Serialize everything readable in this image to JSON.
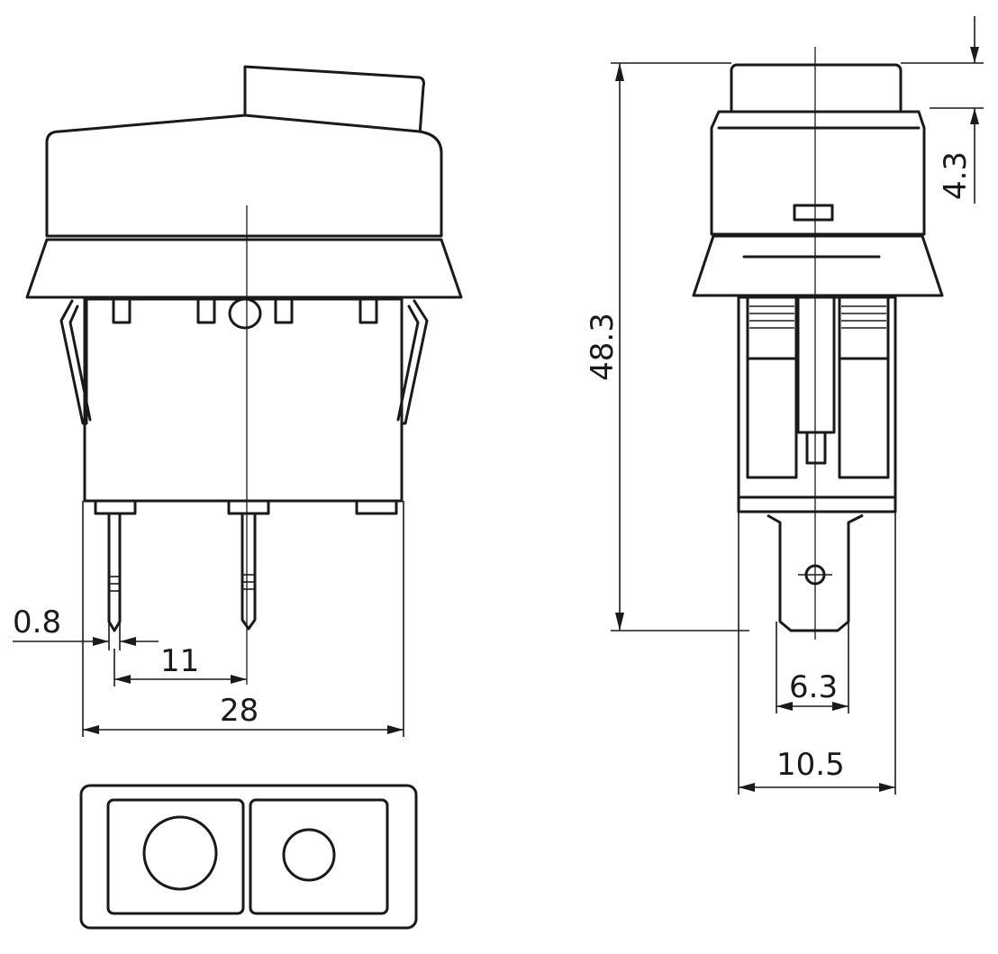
{
  "dimensions": {
    "overall_height": "48.3",
    "actuator_height": "4.3",
    "pin_thickness": "0.8",
    "pin_spacing": "11",
    "body_width": "28",
    "terminal_width": "6.3",
    "body_depth": "10.5"
  }
}
